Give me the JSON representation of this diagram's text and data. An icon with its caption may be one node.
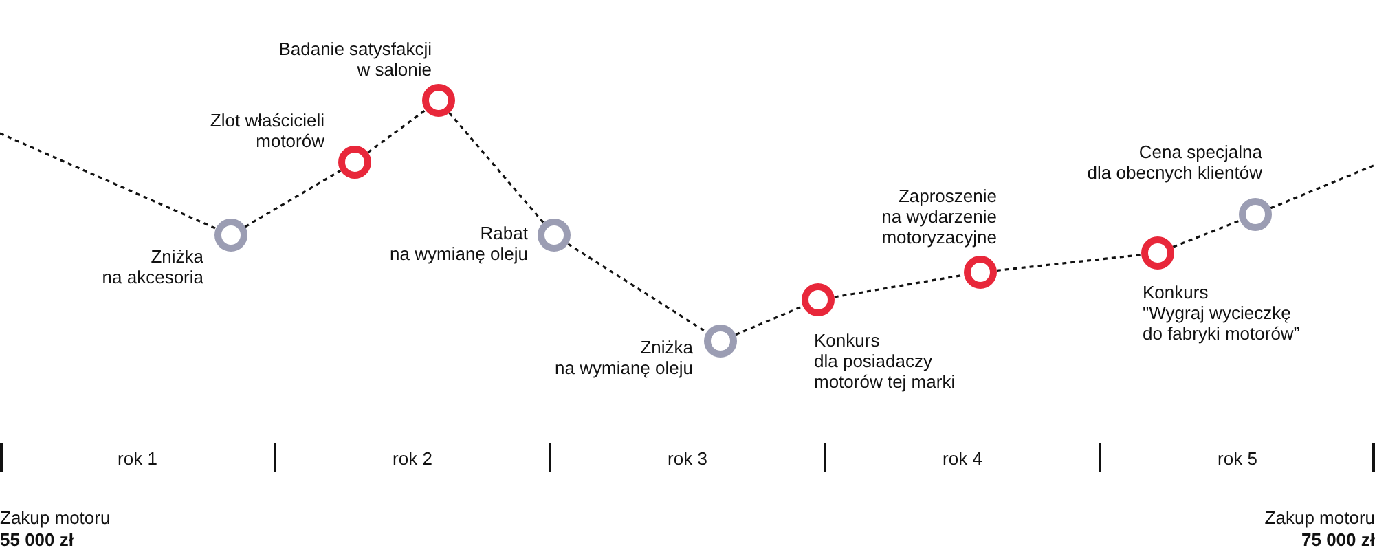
{
  "diagram": {
    "nodes": [
      {
        "text": [],
        "shape": "circle",
        "beside": [
          "Zniżka na akcesoria"
        ]
      },
      {
        "text": [],
        "shape": "circle",
        "beside": [
          "Zlot właścicieli motorów"
        ]
      },
      {
        "text": [],
        "shape": "circle",
        "beside": [
          "Badanie satysfakcji w salonie"
        ]
      },
      {
        "text": [],
        "shape": "circle",
        "beside": [
          "Rabat na wymianę oleju"
        ]
      },
      {
        "text": [],
        "shape": "circle",
        "beside": [
          "Zniżka na wymianę oleju"
        ]
      },
      {
        "text": [],
        "shape": "circle",
        "beside": [
          "Konkurs dla posiadaczy motorów tej marki"
        ]
      },
      {
        "text": [],
        "shape": "circle",
        "beside": [
          "Zaproszenie na wydarzenie motoryzacyjne"
        ]
      },
      {
        "text": [],
        "shape": "circle",
        "beside": [
          "Konkurs \"Wygraj wycieczkę do fabryki motorów”"
        ]
      },
      {
        "text": [],
        "shape": "circle",
        "beside": [
          "Cena specjalna dla obecnych klientów"
        ]
      }
    ],
    "edges": [
      {
        "from": null,
        "to": 0,
        "arrow": "none",
        "style": "dashed"
      },
      {
        "from": 0,
        "to": 1,
        "arrow": "none",
        "style": "dashed"
      },
      {
        "from": 1,
        "to": 2,
        "arrow": "none",
        "style": "dashed"
      },
      {
        "from": 2,
        "to": 3,
        "arrow": "none",
        "style": "dashed"
      },
      {
        "from": 3,
        "to": 4,
        "arrow": "none",
        "style": "dashed"
      },
      {
        "from": 4,
        "to": 5,
        "arrow": "none",
        "style": "dashed"
      },
      {
        "from": 5,
        "to": 6,
        "arrow": "none",
        "style": "dashed"
      },
      {
        "from": 6,
        "to": 7,
        "arrow": "none",
        "style": "dashed"
      },
      {
        "from": 7,
        "to": 8,
        "arrow": "none",
        "style": "dashed"
      },
      {
        "from": 8,
        "to": null,
        "arrow": "none",
        "style": "dashed"
      }
    ],
    "labels": [
      "rok 1",
      "rok 2",
      "rok 3",
      "rok 4",
      "rok 5",
      "Zakup motoru",
      "55 000 zł",
      "Zakup motoru",
      "75 000 zł"
    ]
  }
}
